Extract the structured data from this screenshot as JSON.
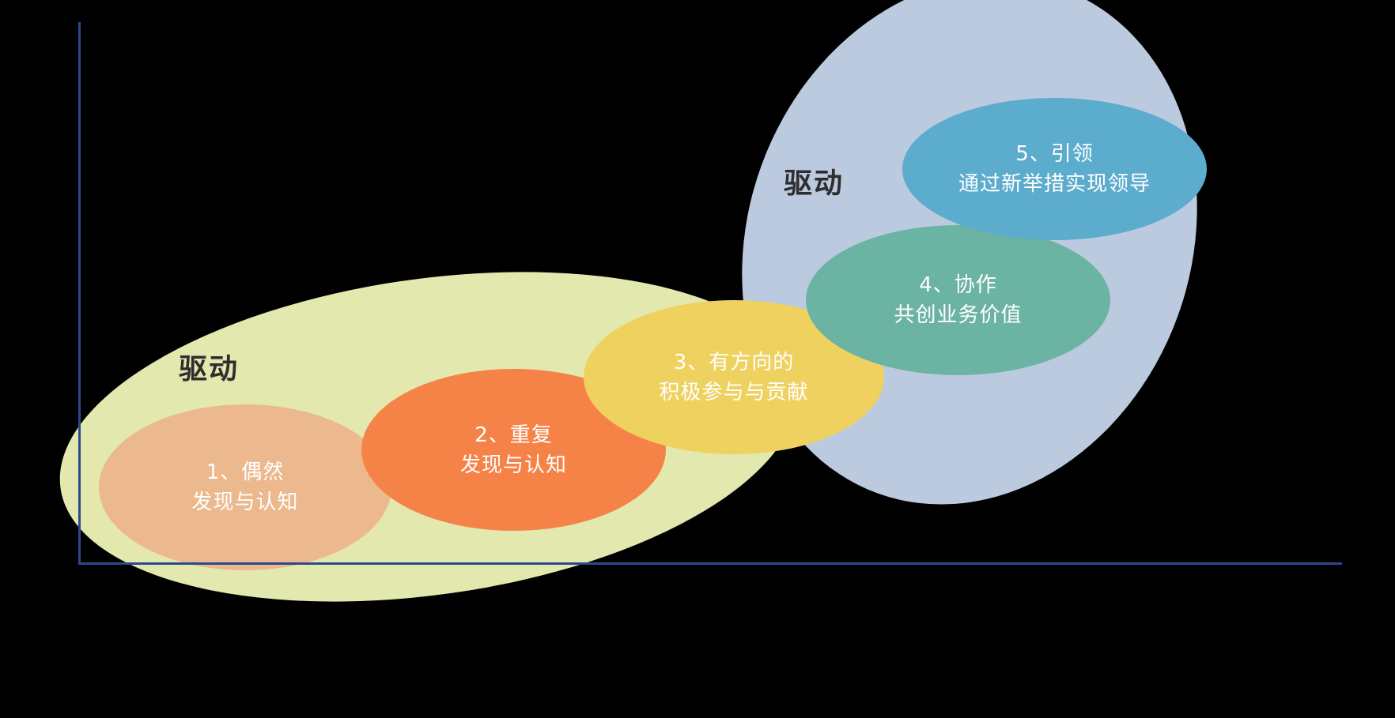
{
  "canvas": {
    "background": "#000000"
  },
  "axis": {
    "color": "#2A4A8B"
  },
  "regions": {
    "lower": {
      "label": "驱动",
      "fill": "#E3E8AE",
      "label_color": "#2E2E2E"
    },
    "upper": {
      "label": "驱动",
      "fill": "#BCCADF",
      "label_color": "#2E2E2E"
    }
  },
  "stages": [
    {
      "id": "1",
      "line1": "1、偶然",
      "line2": "发现与认知",
      "fill": "#ECB88D",
      "text_color": "#FFFFFF"
    },
    {
      "id": "2",
      "line1": "2、重复",
      "line2": "发现与认知",
      "fill": "#F58347",
      "text_color": "#FFFFFF"
    },
    {
      "id": "3",
      "line1": "3、有方向的",
      "line2": "积极参与与贡献",
      "fill": "#EFD160",
      "text_color": "#FFFFFF"
    },
    {
      "id": "4",
      "line1": "4、协作",
      "line2": "共创业务价值",
      "fill": "#6BB3A3",
      "text_color": "#FFFFFF"
    },
    {
      "id": "5",
      "line1": "5、引领",
      "line2": "通过新举措实现领导",
      "fill": "#5CACCD",
      "text_color": "#FFFFFF"
    }
  ]
}
